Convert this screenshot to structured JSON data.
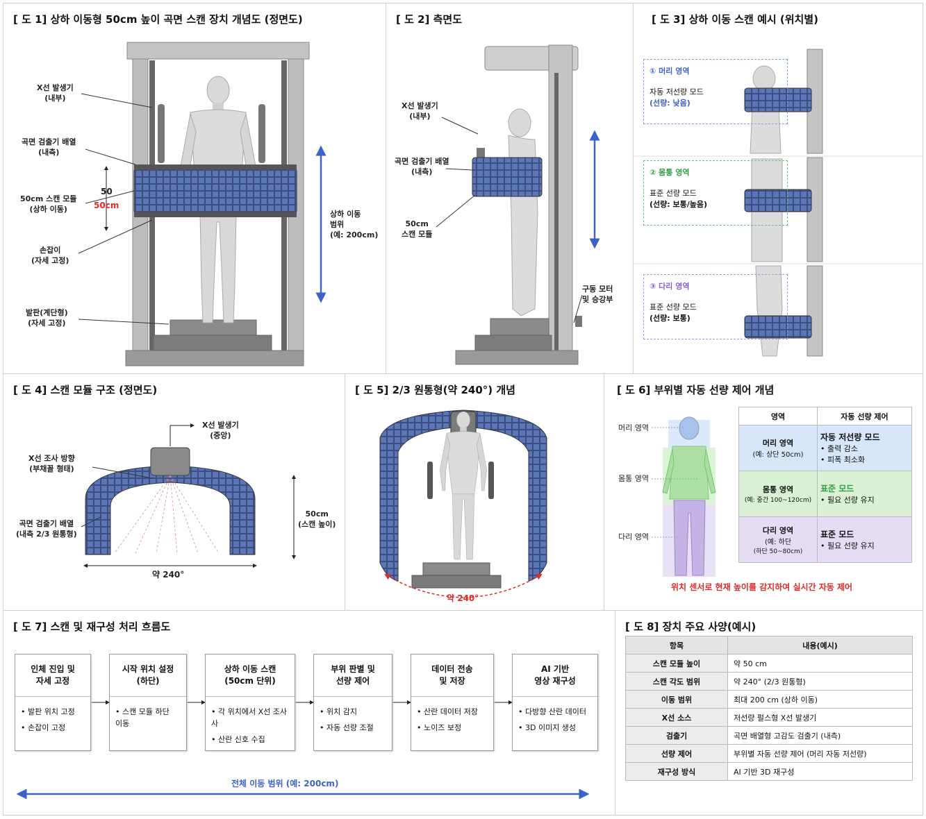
{
  "colors": {
    "accent_blue": "#3a62c9",
    "red": "#e02b2b",
    "green": "#2e9e3e",
    "purple": "#8a5ec8",
    "panel_border": "#cfcfcf"
  },
  "p1": {
    "title": "[ 도 1]  상하 이동형 50cm 높이 곡면 스캔 장치 개념도 (정면도)",
    "xray": "X선 발생기\n(내부)",
    "detector": "곡면 검출기 배열\n(내측)",
    "module": "50cm 스캔 모듈\n(상하 이동)",
    "height_black": "50",
    "height_red": "50cm",
    "handle": "손잡이\n(자세 고정)",
    "foot": "발판(계단형)\n(자세 고정)",
    "range": "상하 이동\n범위\n(예: 200cm)"
  },
  "p2": {
    "title": "[ 도 2]     측면도",
    "xray": "X선 발생기\n(내부)",
    "detector": "곡면 검출기 배열\n(내측)",
    "module": "50cm\n스캔 모듈",
    "motor": "구동 모터\n및 승강부"
  },
  "p3": {
    "title": "[ 도 3]  상하 이동 스캔 예시 (위치별)",
    "zones": [
      {
        "head": "① 머리 영역",
        "mode": "자동 저선량 모드",
        "sub": "(선량: 낮음)"
      },
      {
        "head": "② 몸통 영역",
        "mode": "표준 선량 모드",
        "sub": "(선량: 보통/높음)"
      },
      {
        "head": "③ 다리 영역",
        "mode": "표준 선량 모드",
        "sub": "(선량: 보통)"
      }
    ]
  },
  "p4": {
    "title": "[ 도 4]  스캔 모듈 구조 (정면도)",
    "xray": "X선 발생기\n(중앙)",
    "dir": "X선 조사 방향\n(부채꼴 형태)",
    "detector": "곡면 검출기 배열\n(내측 2/3 원통형)",
    "height": "50cm\n(스캔 높이)",
    "angle": "약 240°"
  },
  "p5": {
    "title": "[ 도 5]  2/3 원통형(약 240°) 개념",
    "angle": "약 240°"
  },
  "p6": {
    "title": "[ 도 6]  부위별 자동 선량 제어 개념",
    "labels": [
      "머리 영역",
      "몸통 영역",
      "다리 영역"
    ],
    "th": [
      "영역",
      "자동 선량 제어"
    ],
    "rows": [
      {
        "zone": "머리 영역",
        "zsub": "(예: 상단 50cm)",
        "ctrl": "자동 저선량 모드",
        "b1": "• 출력 감소",
        "b2": "• 피폭 최소화"
      },
      {
        "zone": "몸통 영역",
        "zsub": "(예: 중간 100~120cm)",
        "ctrl": "표준 모드",
        "b1": "• 필요 선량 유지",
        "b2": ""
      },
      {
        "zone": "다리 영역",
        "zsub": "(예: 하단",
        "zsub2": "(하단 50~80cm)",
        "ctrl": "표준 모드",
        "b1": "• 필요 선량 유지",
        "b2": ""
      }
    ],
    "note": "위치 센서로 현재 높이를 감지하여 실시간 자동 제어"
  },
  "p7": {
    "title": "[ 도 7]  스캔 및 재구성 처리 흐름도",
    "steps": [
      {
        "t": "인체 진입 및\n자세 고정",
        "b": [
          "• 발판 위치 고정",
          "• 손잡이 고정"
        ]
      },
      {
        "t": "시작 위치 설정\n(하단)",
        "b": [
          "• 스캔 모듈 하단\n  이동"
        ]
      },
      {
        "t": "상하 이동 스캔\n(50cm 단위)",
        "b": [
          "• 각 위치에서 X선 조사\n  사",
          "• 산란 신호 수집"
        ]
      },
      {
        "t": "부위 판별 및\n선량 제어",
        "b": [
          "• 위치 감지",
          "• 자동 선량 조절"
        ]
      },
      {
        "t": "데이터 전송\n및 저장",
        "b": [
          "• 산란 데이터 저장",
          "• 노이즈 보정"
        ]
      },
      {
        "t": "AI 기반\n영상 재구성",
        "b": [
          "• 다방향 산란 데이터",
          "• 3D 이미지 생성"
        ]
      }
    ],
    "range": "전체 이동 범위 (예: 200cm)"
  },
  "p8": {
    "title": "[ 도 8]  장치 주요 사양(예시)",
    "th": [
      "항목",
      "내용(예시)"
    ],
    "rows": [
      [
        "스캔 모듈 높이",
        "약 50 cm"
      ],
      [
        "스캔 각도 범위",
        "약 240° (2/3 원통형)"
      ],
      [
        "이동 범위",
        "최대 200 cm (상하 이동)"
      ],
      [
        "X선 소스",
        "저선량 펄스형 X선 발생기"
      ],
      [
        "검출기",
        "곡면 배열형 고감도 검출기 (내측)"
      ],
      [
        "선량 제어",
        "부위별 자동 선량 제어 (머리 자동 저선량)"
      ],
      [
        "재구성 방식",
        "AI 기반 3D 재구성"
      ]
    ]
  }
}
